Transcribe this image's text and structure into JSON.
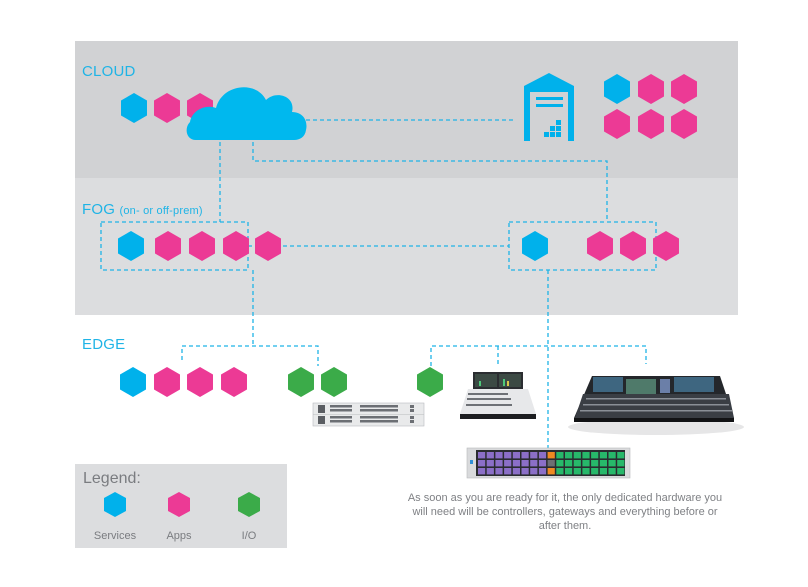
{
  "colors": {
    "services": "#00b1eb",
    "apps": "#ec3a95",
    "io": "#3bab49",
    "cloud": "#00b8ee",
    "line": "#1fb4e6",
    "band_cloud": "#d1d2d4",
    "band_fog": "#dcdddf"
  },
  "tiers": {
    "cloud": {
      "label": "CLOUD"
    },
    "fog": {
      "label": "FOG",
      "sublabel": "(on- or off-prem)"
    },
    "edge": {
      "label": "EDGE"
    }
  },
  "nodes": {
    "cloud_left": [
      "services",
      "apps",
      "apps"
    ],
    "cloud_datacenter": [
      "services",
      "apps",
      "apps",
      "apps",
      "apps",
      "apps"
    ],
    "fog_left": [
      "services",
      "apps",
      "apps",
      "apps",
      "apps"
    ],
    "fog_right_a": [
      "services"
    ],
    "fog_right_b": [
      "apps",
      "apps",
      "apps"
    ],
    "edge_left": [
      "services",
      "apps",
      "apps",
      "apps"
    ],
    "edge_io_pair": [
      "io",
      "io"
    ],
    "edge_io_single": [
      "io"
    ]
  },
  "icons": {
    "cloud": "cloud-icon",
    "datacenter": "warehouse-icon",
    "io_rack": "rack-io-device-icon",
    "small_console": "mixing-console-small-icon",
    "large_console": "mixing-console-large-icon",
    "button_panel": "button-panel-controller-icon"
  },
  "legend": {
    "title": "Legend:",
    "items": [
      {
        "key": "services",
        "label": "Services"
      },
      {
        "key": "apps",
        "label": "Apps"
      },
      {
        "key": "io",
        "label": "I/O"
      }
    ]
  },
  "caption": "As soon as you are ready for it, the only dedicated hardware you will need will be controllers, gateways and everything before or after them."
}
